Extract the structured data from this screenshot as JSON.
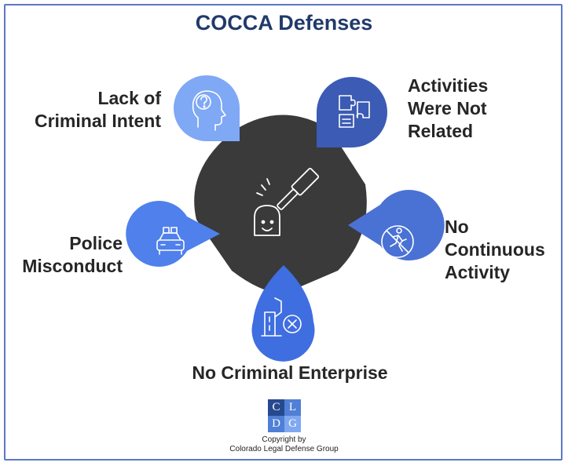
{
  "title": "COCCA Defenses",
  "defenses": [
    {
      "lines": [
        "Lack of",
        "Criminal Intent"
      ],
      "icon": "question-head-icon",
      "color": "#7fa8f5"
    },
    {
      "lines": [
        "Activities",
        "Were Not",
        "Related"
      ],
      "icon": "puzzle-pieces-icon",
      "color": "#3b5bb4"
    },
    {
      "lines": [
        "No",
        "Continuous",
        "Activity"
      ],
      "icon": "no-running-icon",
      "color": "#4a72d4"
    },
    {
      "lines": [
        "No Criminal Enterprise"
      ],
      "icon": "building-x-icon",
      "color": "#3f6ee0"
    },
    {
      "lines": [
        "Police",
        "Misconduct"
      ],
      "icon": "police-car-icon",
      "color": "#4f80ec"
    }
  ],
  "center": {
    "icon": "gavel-ghost-icon",
    "color": "#3a3a3a"
  },
  "logo": {
    "letters": [
      "C",
      "L",
      "D",
      "G"
    ],
    "colors": [
      "#26498f",
      "#4f7fd6",
      "#4f7fd6",
      "#7fa8f0"
    ]
  },
  "copyright": {
    "line1": "Copyright by",
    "line2": "Colorado Legal Defense Group"
  }
}
